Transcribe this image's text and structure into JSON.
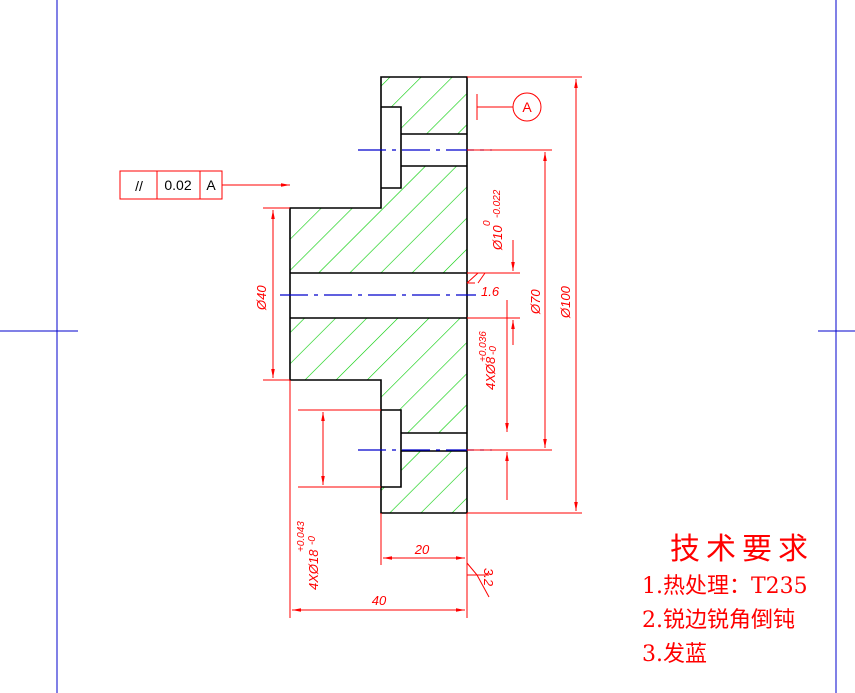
{
  "drawing": {
    "colors": {
      "outline": "#000000",
      "hatch": "#00cc00",
      "dimension": "#ff0000",
      "centerline": "#0000cc",
      "border": "#0000cc"
    },
    "datum": {
      "label": "A"
    },
    "feature_control_frame": {
      "symbol": "//",
      "tolerance": "0.02",
      "datum": "A"
    },
    "dimensions": {
      "d40": "Ø40",
      "d70": "Ø70",
      "d100": "Ø100",
      "bore": "Ø10",
      "bore_tol_upper": "0",
      "bore_tol_lower": "-0.022",
      "holes_8": "4XØ8",
      "holes_8_tol_upper": "+0.036",
      "holes_8_tol_lower": "-0",
      "holes_18": "4XØ18",
      "holes_18_tol_upper": "+0.043",
      "holes_18_tol_lower": "-0",
      "len_20": "20",
      "len_40": "40",
      "rough_bore": "1.6",
      "rough_face": "3.2"
    }
  },
  "notes": {
    "title": "技术要求",
    "items": [
      "1.热处理：T235",
      "2.锐边锐角倒钝",
      "3.发蓝"
    ]
  }
}
